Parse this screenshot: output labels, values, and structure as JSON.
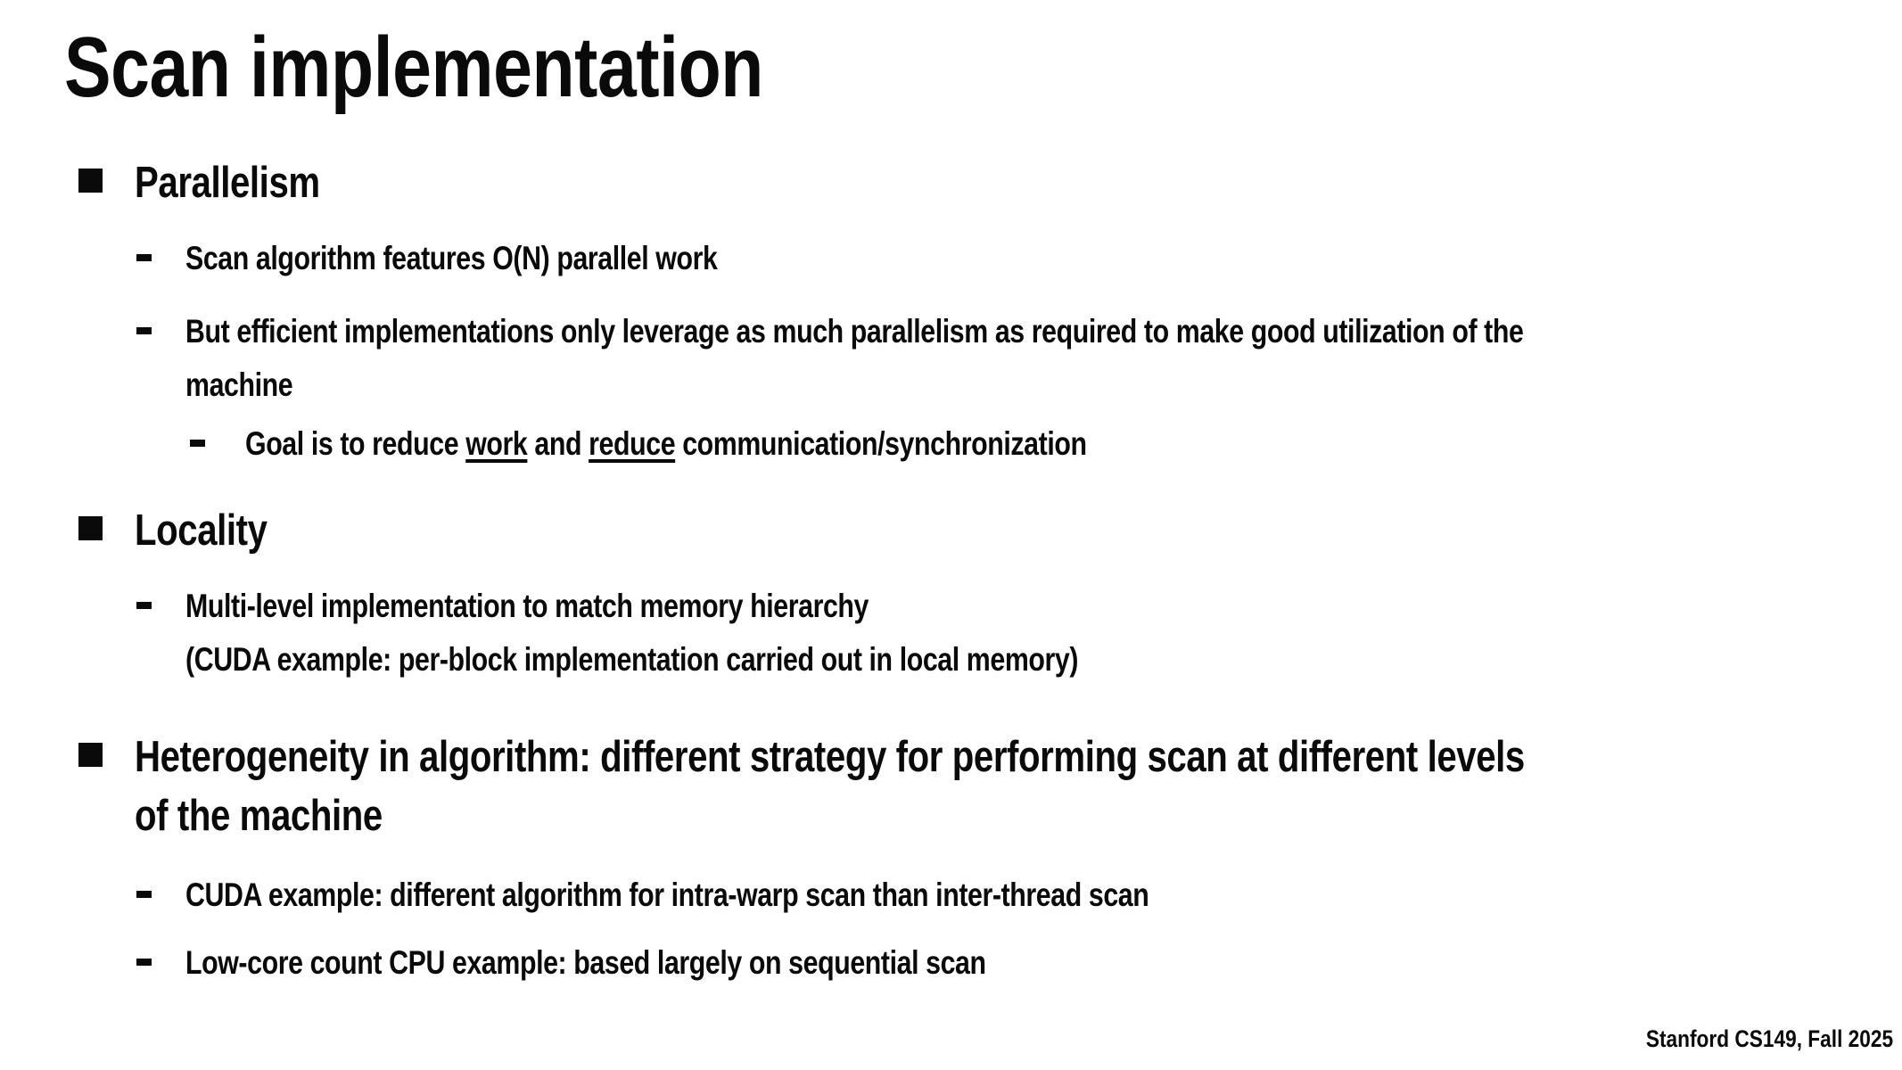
{
  "slide": {
    "title": "Scan implementation",
    "footer": "Stanford CS149, Fall 2025",
    "colors": {
      "text": "#0a0a0a",
      "background": "#ffffff"
    },
    "sections": [
      {
        "heading_lines": [
          "Parallelism"
        ],
        "bullets": [
          {
            "lines": [
              "Scan algorithm features O(N) parallel work"
            ]
          },
          {
            "lines": [
              "But efficient implementations only leverage as much parallelism as required to make good utilization of the",
              "machine"
            ],
            "sub_bullets": [
              {
                "segments": [
                  {
                    "text": "Goal is to reduce "
                  },
                  {
                    "text": "work",
                    "underline": true
                  },
                  {
                    "text": " and "
                  },
                  {
                    "text": "reduce",
                    "underline": true
                  },
                  {
                    "text": " communication/synchronization"
                  }
                ]
              }
            ]
          }
        ]
      },
      {
        "heading_lines": [
          "Locality"
        ],
        "bullets": [
          {
            "lines": [
              "Multi-level implementation to match memory hierarchy",
              "(CUDA example: per-block implementation carried out in local memory)"
            ]
          }
        ]
      },
      {
        "heading_lines": [
          "Heterogeneity in algorithm: different strategy for performing scan at different levels",
          "of the machine"
        ],
        "bullets": [
          {
            "lines": [
              "CUDA example: different algorithm for intra-warp scan than inter-thread scan"
            ]
          },
          {
            "lines": [
              "Low-core count CPU example: based largely on sequential scan"
            ]
          }
        ]
      }
    ]
  }
}
